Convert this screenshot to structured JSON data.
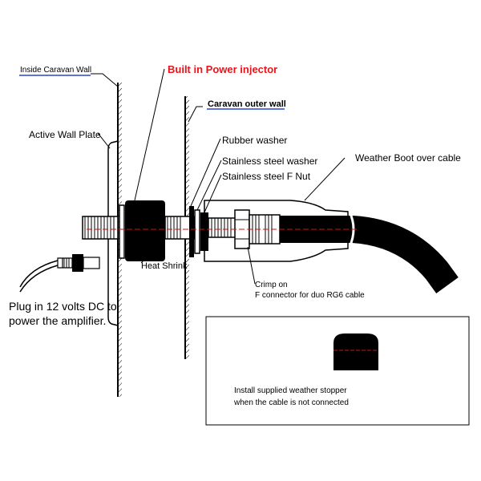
{
  "labels": {
    "inside_wall": "Inside Caravan Wall",
    "power_injector": "Built in Power injector",
    "outer_wall": "Caravan outer wall",
    "wall_plate": "Active Wall Plate",
    "rubber_washer": "Rubber washer",
    "ss_washer": "Stainless steel washer",
    "f_nut": "Stainless steel F Nut",
    "weather_boot": "Weather Boot over cable",
    "heat_shrink": "Heat Shrink",
    "crimp_line1": "Crimp on",
    "crimp_line2": "F connector for duo RG6 cable",
    "plug_line1": "Plug in 12 volts DC to",
    "plug_line2": "power the amplifier.",
    "stopper_line1": "Install supplied weather stopper",
    "stopper_line2": "when the cable is not connected"
  },
  "colors": {
    "line": "#000000",
    "highlight": "#e8141a",
    "underline": "#2a47c9",
    "centerline": "#c8141a"
  },
  "icons": {
    "stopper": "weather-stopper-cap-icon",
    "dc_plug": "dc-plug-icon"
  }
}
